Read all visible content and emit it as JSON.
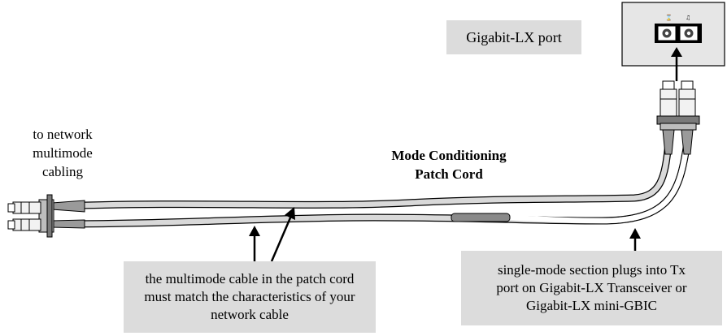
{
  "port_label": "Gigabit-LX port",
  "network_label": {
    "line1": "to network",
    "line2": "multimode",
    "line3": "cabling"
  },
  "title": {
    "line1": "Mode Conditioning",
    "line2": "Patch Cord"
  },
  "note_left": {
    "line1": "the multimode cable in the patch cord",
    "line2": "must match the characteristics of your",
    "line3": "network cable"
  },
  "note_right": {
    "line1": "single-mode section plugs into Tx",
    "line2": "port on Gigabit-LX Transceiver or",
    "line3": "Gigabit-LX mini-GBIC"
  },
  "colors": {
    "box_fill": "#dcdcdc",
    "panel_fill": "#e6e6e6",
    "cable_fill": "#d9d9d9",
    "sleeve_fill": "#8a8a8a"
  }
}
